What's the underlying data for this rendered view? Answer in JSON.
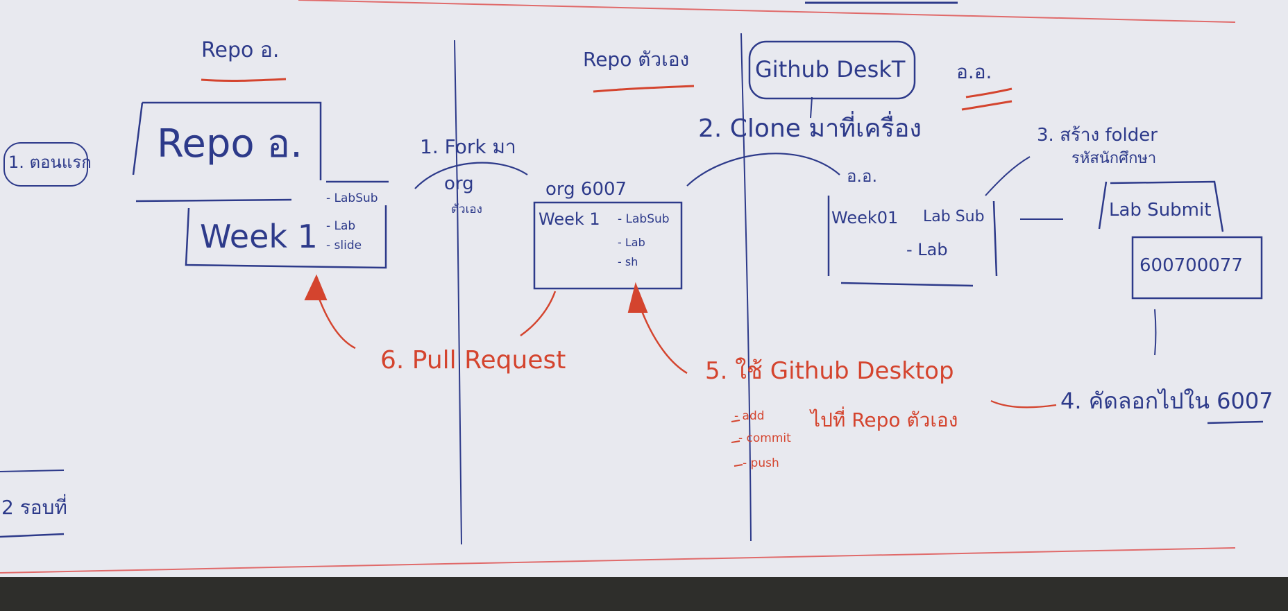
{
  "colors": {
    "paper": "#e9eaf0",
    "ink_blue": "#2d3a8a",
    "ink_red": "#d4442e",
    "rule_red": "#e06a6a",
    "backdrop": "#2e2e2b"
  },
  "headers": {
    "left": "Repo อ.",
    "middle": "Repo ตัวเอง",
    "desktop": "Github DeskT",
    "right": "อ.อ."
  },
  "left": {
    "side_label": "1. ตอนแรก",
    "repo_title": "Repo อ.",
    "week": "Week 1",
    "items": [
      "- LabSub",
      "- Lab",
      "- slide"
    ],
    "bottom_label": "2 รอบที่"
  },
  "steps": {
    "fork": "1. Fork มา",
    "fork_sub": [
      "org",
      "ตัวเอง"
    ],
    "clone": "2. Clone มาที่เครื่อง",
    "folder": [
      "3. สร้าง folder",
      "รหัสนักศึกษา"
    ],
    "copy": "4. คัดลอกไปใน 6007",
    "desktop_actions": "5. ใช้ Github Desktop",
    "desktop_sub": [
      "- add",
      "- commit",
      "- push"
    ],
    "to_repo": "ไปที่ Repo ตัวเอง",
    "pull": "6. Pull Request"
  },
  "middle": {
    "org_label": "org 6007",
    "week": "Week 1",
    "items": [
      "- LabSub",
      "- Lab",
      "- sh"
    ]
  },
  "local": {
    "label": "อ.อ.",
    "week": "Week01",
    "items": [
      "Lab Sub",
      "- Lab"
    ]
  },
  "submit": {
    "label": "Lab Submit",
    "student": "600700077"
  },
  "icons": [
    "arrowhead-icon",
    "curved-arrow-icon"
  ]
}
